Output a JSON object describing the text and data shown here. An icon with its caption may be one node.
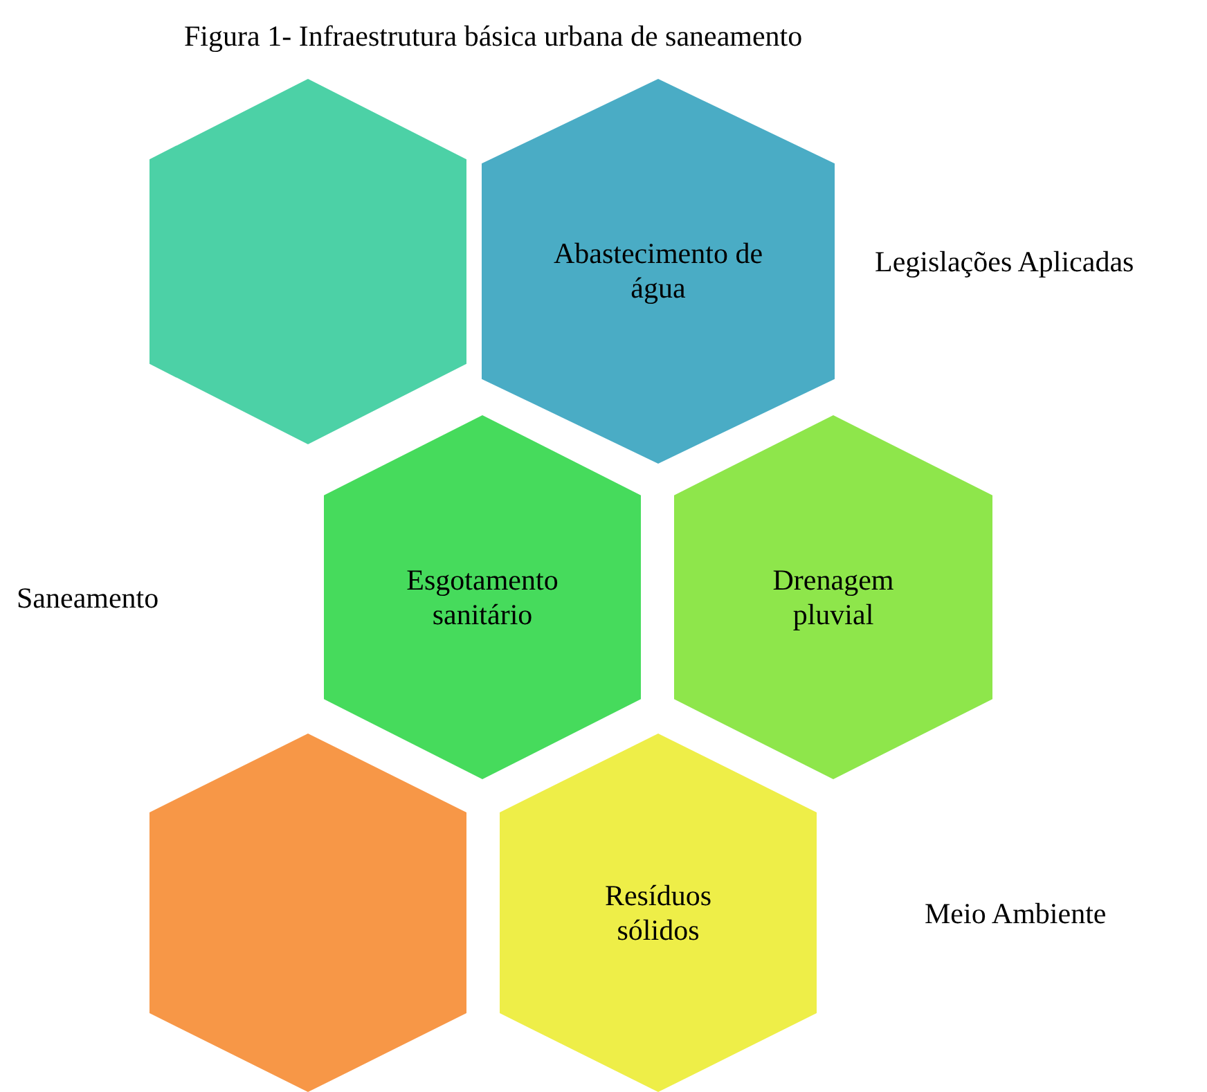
{
  "diagram": {
    "title": "Figura 1- Infraestrutura básica urbana de saneamento",
    "nodes": [
      {
        "text": [],
        "shape": "hexagon"
      },
      {
        "text": [
          "Abastecimento de água"
        ]
      },
      {
        "text": [
          "Esgotamento sanitário"
        ]
      },
      {
        "text": [
          "Drenagem pluvial"
        ]
      },
      {
        "text": [],
        "shape": "hexagon"
      },
      {
        "text": [
          "Resíduos sólidos"
        ]
      }
    ],
    "edges": [],
    "labels": [
      "Legislações Aplicadas",
      "Saneamento",
      "Meio Ambiente"
    ]
  }
}
